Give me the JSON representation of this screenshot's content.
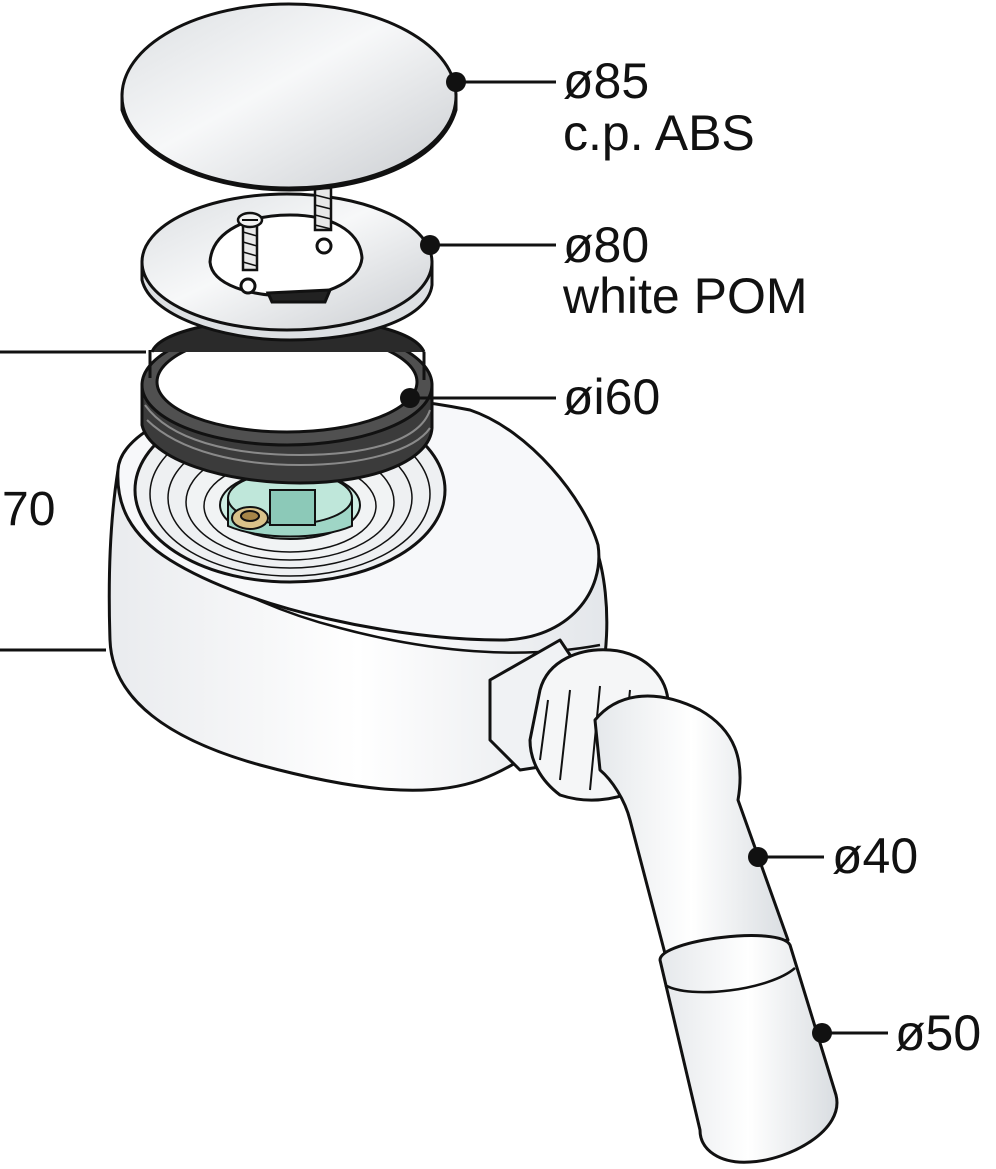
{
  "labels": {
    "cap_diameter": "ø85",
    "cap_material": "c.p. ABS",
    "ring_diameter": "ø80",
    "ring_material": "white POM",
    "seal_diameter": "øi60",
    "pipe_diameter": "ø40",
    "outlet_diameter": "ø50",
    "height_dimension": "70"
  },
  "colors": {
    "outline": "#111111",
    "body": "#f4f5f7",
    "chrome": "#e6e8ea",
    "seal": "#3b3b3b",
    "insert": "#9fd6c6",
    "brass": "#c9a96a"
  }
}
